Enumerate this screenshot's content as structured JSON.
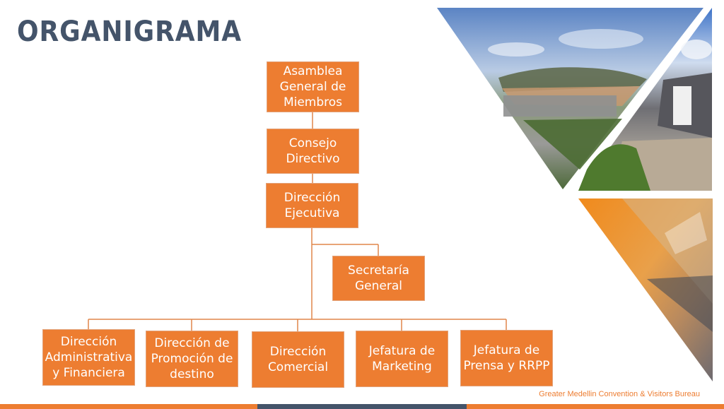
{
  "title": "ORGANIGRAMA",
  "nodes": {
    "asamblea": "Asamblea General de Miembros",
    "consejo": "Consejo Directivo",
    "direccion_ejecutiva": "Dirección Ejecutiva",
    "secretaria": "Secretaría General",
    "dir_administrativa": "Dirección Administrativa y Financiera",
    "dir_promocion": "Dirección de Promoción de destino",
    "dir_comercial": "Dirección Comercial",
    "jef_marketing": "Jefatura de Marketing",
    "jef_prensa": "Jefatura de Prensa y RRPP"
  },
  "footer": "Greater Medellin Convention & Visitors Bureau",
  "colors": {
    "accent": "#ed7d31",
    "title": "#44546a",
    "navy": "#44546a"
  }
}
